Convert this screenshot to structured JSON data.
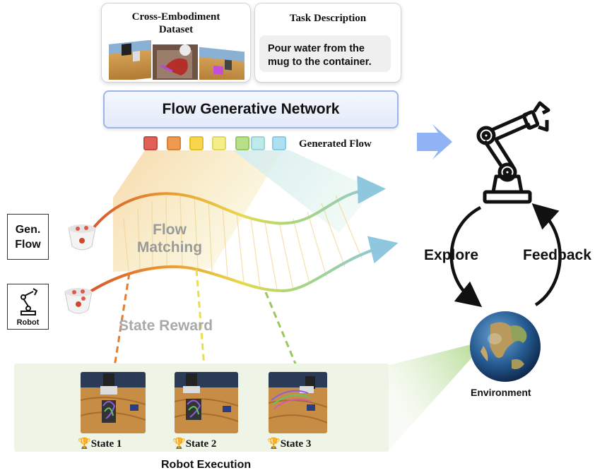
{
  "dataset_card": {
    "title": "Cross-Embodiment Dataset"
  },
  "task_card": {
    "title": "Task Description",
    "text": "Pour water from the mug to the container."
  },
  "network": {
    "label": "Flow Generative Network"
  },
  "generated_flow": {
    "label": "Generated Flow",
    "colors": [
      "#e06058",
      "#ee9a4e",
      "#f7d64c",
      "#f5ef8a",
      "#b8e089",
      "#bfeaea",
      "#aee0f2"
    ]
  },
  "gen_flow_box": {
    "label": "Gen. Flow"
  },
  "robot_box": {
    "label": "Robot"
  },
  "flow_matching": {
    "label": "Flow Matching"
  },
  "state_reward": {
    "label": "State Reward"
  },
  "states": [
    {
      "label": "State 1"
    },
    {
      "label": "State 2"
    },
    {
      "label": "State 3"
    }
  ],
  "robot_execution": {
    "label": "Robot Execution"
  },
  "cycle": {
    "explore": "Explore",
    "feedback": "Feedback"
  },
  "environment": {
    "label": "Environment"
  },
  "colors": {
    "accent_blue": "#8fb3f5",
    "panel_green": "#eef5e6"
  }
}
